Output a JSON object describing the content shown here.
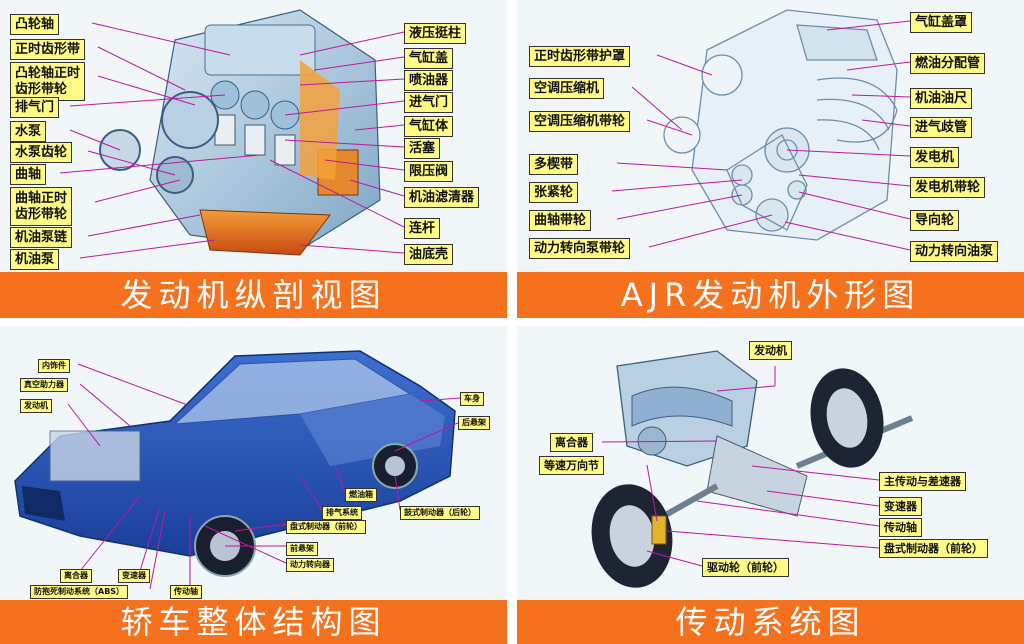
{
  "panels": {
    "engine_section": {
      "title": "发动机纵剖视图",
      "left_labels": [
        "凸轮轴",
        "正时齿形带",
        "凸轮轴正时\n齿形带轮",
        "排气门",
        "水泵",
        "水泵齿轮",
        "曲轴",
        "曲轴正时\n齿形带轮",
        "机油泵链",
        "机油泵"
      ],
      "right_labels": [
        "液压挺柱",
        "气缸盖",
        "喷油器",
        "进气门",
        "气缸体",
        "活塞",
        "限压阀",
        "机油滤清器",
        "连杆",
        "油底壳"
      ]
    },
    "ajr_engine": {
      "title": "AJR发动机外形图",
      "left_labels": [
        "正时齿形带护罩",
        "空调压缩机",
        "空调压缩机带轮",
        "多楔带",
        "张紧轮",
        "曲轴带轮",
        "动力转向泵带轮"
      ],
      "right_labels": [
        "气缸盖罩",
        "燃油分配管",
        "机油油尺",
        "进气歧管",
        "发电机",
        "发电机带轮",
        "导向轮",
        "动力转向油泵"
      ]
    },
    "car_structure": {
      "title": "轿车整体结构图",
      "labels": {
        "interior": "内饰件",
        "vacuum_booster": "真空助力器",
        "engine": "发动机",
        "body": "车身",
        "rear_suspension": "后悬架",
        "fuel_tank": "燃油箱",
        "exhaust": "排气系统",
        "drum_brake_rear": "鼓式制动器（后轮）",
        "disc_brake_front": "盘式制动器（前轮）",
        "front_suspension": "前悬架",
        "power_steering": "动力转向器",
        "clutch": "离合器",
        "transmission": "变速器",
        "abs": "防抱死制动系统（ABS）",
        "drive_shaft": "传动轴"
      }
    },
    "drivetrain": {
      "title": "传动系统图",
      "labels": {
        "engine": "发动机",
        "clutch": "离合器",
        "cv_joint": "等速万向节",
        "final_drive": "主传动与差速器",
        "transmission": "变速器",
        "drive_shaft": "传动轴",
        "disc_brake_front": "盘式制动器（前轮）",
        "drive_wheel": "驱动轮（前轮）"
      }
    }
  }
}
